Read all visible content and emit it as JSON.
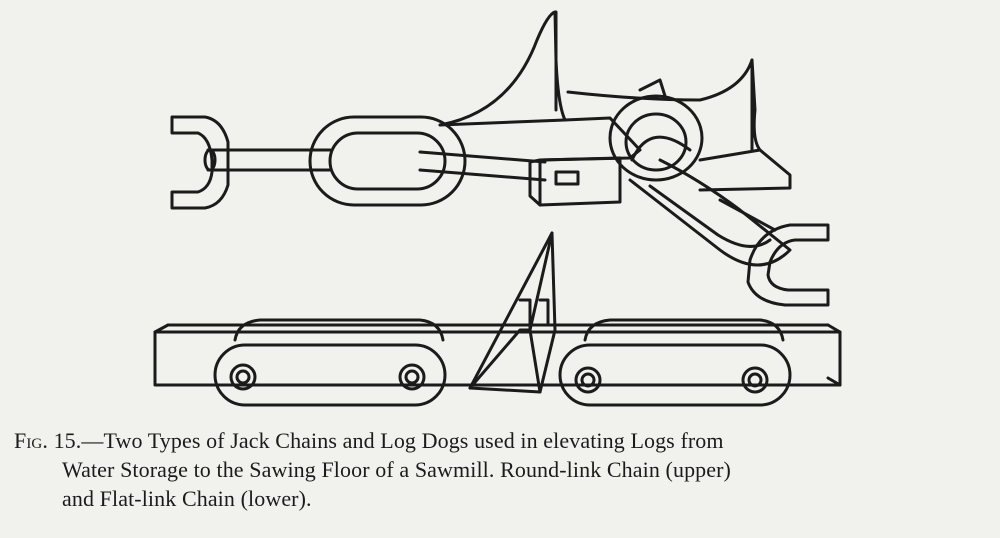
{
  "figure": {
    "caption": {
      "fig_label": "Fig.",
      "fig_number_and_line1": " 15.—Two Types of Jack Chains and Log Dogs used in elevating Logs from",
      "line2": "Water Storage to the Sawing Floor of a Sawmill.  Round-link Chain (upper)",
      "line3": "and Flat-link Chain (lower)."
    },
    "ink_color": "#1b1b1b",
    "paper_color": "#f1f1ee"
  }
}
